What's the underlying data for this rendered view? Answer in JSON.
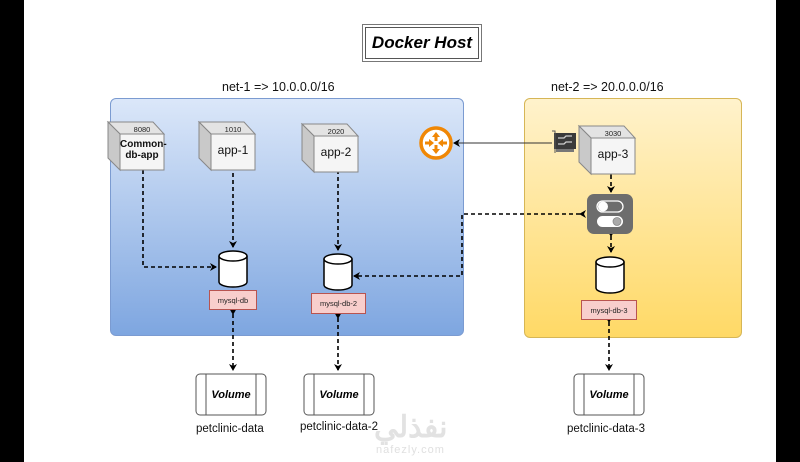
{
  "title": "Docker Host",
  "networks": [
    {
      "label": "net-1 => 10.0.0.0/16",
      "color": "#7ea6e0"
    },
    {
      "label": "net-2 => 20.0.0.0/16",
      "color": "#ffd966"
    }
  ],
  "containers": [
    {
      "port": "8080",
      "name_line1": "Common-",
      "name_line2": "db-app"
    },
    {
      "port": "1010",
      "name": "app-1"
    },
    {
      "port": "2020",
      "name": "app-2"
    },
    {
      "port": "3030",
      "name": "app-3"
    }
  ],
  "databases": [
    {
      "label": "mysql-db"
    },
    {
      "label": "mysql-db-2"
    },
    {
      "label": "mysql-db-3"
    }
  ],
  "volumes": [
    {
      "type": "Volume",
      "name": "petclinic-data"
    },
    {
      "type": "Volume",
      "name": "petclinic-data-2"
    },
    {
      "type": "Volume",
      "name": "petclinic-data-3"
    }
  ],
  "icons": {
    "router": "router-icon",
    "nic": "network-card-icon",
    "switch": "toggle-switch-icon"
  },
  "watermark": {
    "arabic": "نفذلي",
    "latin": "nafezly.com"
  }
}
